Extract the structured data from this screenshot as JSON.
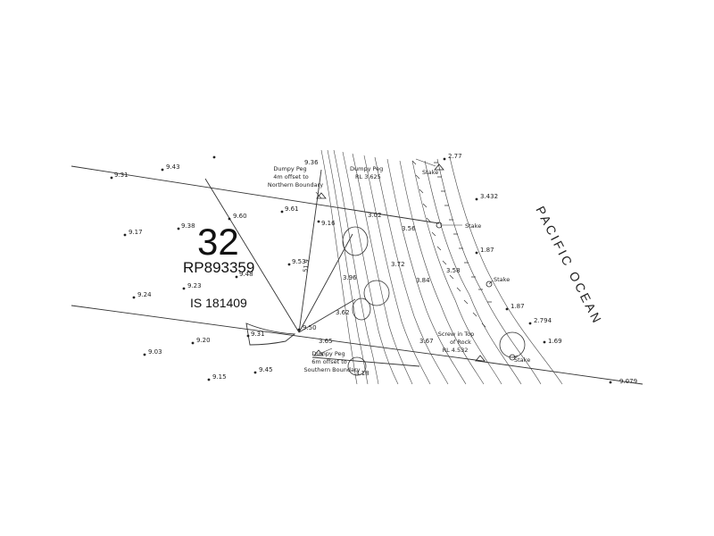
{
  "lot": {
    "number": "32",
    "plan": "RP893359",
    "title_ref": "IS 181409"
  },
  "ocean_label": "PACIFIC OCEAN",
  "annotations": {
    "peg_north": [
      "Dumpy Peg",
      "4m offset to",
      "Northern Boundary"
    ],
    "peg_south": [
      "Dumpy Peg",
      "6m offset to",
      "Southern Boundary"
    ],
    "peg_top": [
      "Dumpy Peg",
      "RL 3.625"
    ],
    "screw": [
      "Screw in Top",
      "of Rock",
      "RL 4.532"
    ],
    "stake_1": "Stake",
    "stake_2": "Stake",
    "stake_3": "Stake",
    "stake_4": "Stake"
  },
  "line_labels": {
    "side_dim": "51.9"
  },
  "spot_heights": [
    "9.43",
    "9.31",
    "9.36",
    "9.17",
    "9.38",
    "9.60",
    "9.61",
    "9.16",
    "9.23",
    "9.48",
    "9.24",
    "9.53",
    "9.20",
    "9.03",
    "9.31",
    "9.50",
    "9.15",
    "9.45",
    "2.77",
    "3.432",
    "1.87",
    "1.87",
    "2.794",
    "1.69",
    "9.079",
    "3.02",
    "3.56",
    "3.72",
    "3.84",
    "3.58",
    "3.96",
    "3.62",
    "3.65",
    "3.67",
    "3.18"
  ]
}
